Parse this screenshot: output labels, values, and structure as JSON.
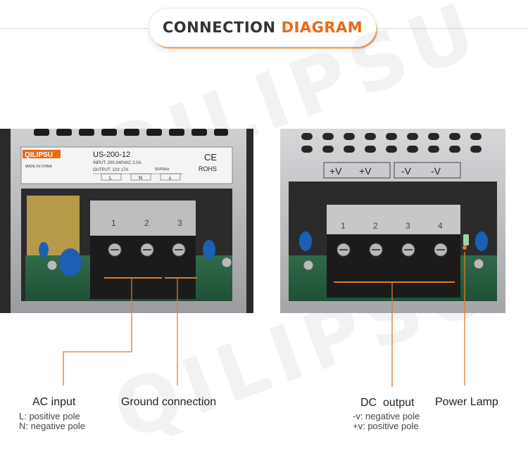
{
  "title": {
    "word1": "CONNECTION",
    "word2": "DIAGRAM"
  },
  "watermark": "QILIPSU",
  "left_unit": {
    "brand": "QILIPSU",
    "model": "US-200-12",
    "input_rating": "INPUT: 200-240VAC 2.0A",
    "input_freq": "50/60Hz",
    "output_rating": "OUTPUT: 12V 17A",
    "made_in": "MADE IN CHINA",
    "ce": "CE",
    "rohs": "ROHS",
    "terminal_letters": [
      "L",
      "N",
      "⏚"
    ],
    "terminal_numbers": [
      "1",
      "2",
      "3"
    ]
  },
  "right_unit": {
    "polarity": [
      "+V",
      "+V",
      "-V",
      "-V"
    ],
    "terminal_numbers": [
      "1",
      "2",
      "3",
      "4"
    ]
  },
  "labels": {
    "ac_input": "AC input",
    "ac_l": "L: positive pole",
    "ac_n": "N: negative pole",
    "ground": "Ground connection",
    "dc_output": "DC  output",
    "dc_neg": "-v: negative pole",
    "dc_pos": "+v: positive pole",
    "power_lamp": "Power Lamp"
  },
  "colors": {
    "accent": "#ea6a16",
    "callout_line": "#e07a2a"
  }
}
